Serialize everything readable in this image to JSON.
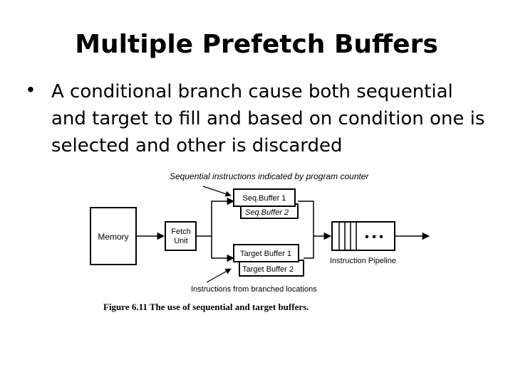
{
  "slide": {
    "title": "Multiple Prefetch Buffers",
    "bullet_marker": "•",
    "bullet_text": "A conditional branch cause both sequential and target to fill and based on condition one is selected and other is discarded"
  },
  "diagram": {
    "seq_label": "Sequential instructions indicated by program counter",
    "memory": "Memory",
    "fetch_unit_line1": "Fetch",
    "fetch_unit_line2": "Unit",
    "seq_buffer_1": "Seq.Buffer 1",
    "seq_buffer_2": "Seq.Buffer 2",
    "target_buffer_1": "Target Buffer 1",
    "target_buffer_2": "Target Buffer 2",
    "pipeline_dots": "• • •",
    "pipeline_label": "Instruction Pipeline",
    "branch_label": "Instructions from branched locations",
    "caption": "Figure 6.11  The use of sequential and target buffers."
  }
}
